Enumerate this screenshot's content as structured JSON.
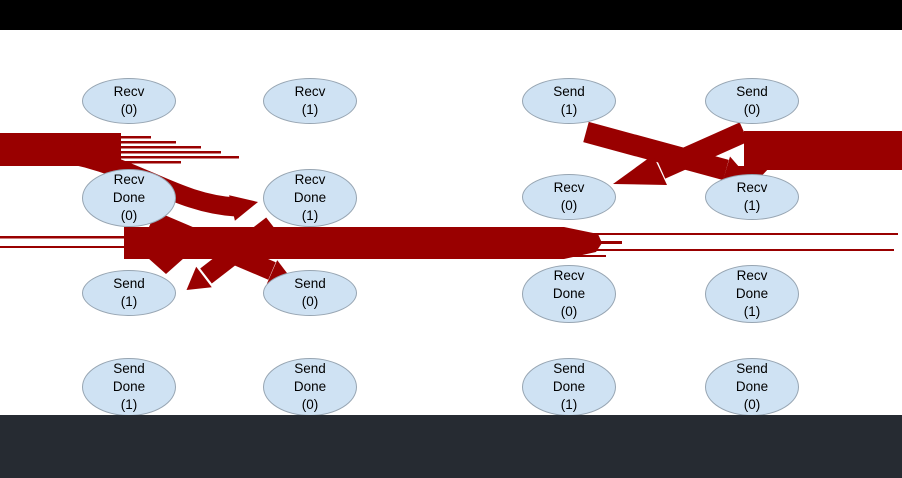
{
  "diagram": {
    "description": "Dependency graph of communication operations (two 2-column groups of ellipse nodes) with thick dark-red dependency arrows; cropped view with opaque black top bar and dark slate bottom bar.",
    "colors": {
      "arrow": "#990000",
      "node_fill": "#cfe2f3",
      "node_border": "#97a5b2",
      "top_bar": "#000000",
      "bottom_bar": "#262b32",
      "background": "#ffffff",
      "text": "#000000"
    },
    "nodes": [
      {
        "lines": [
          "Recv",
          "(0)"
        ]
      },
      {
        "lines": [
          "Recv",
          "(1)"
        ]
      },
      {
        "lines": [
          "Send",
          "(1)"
        ]
      },
      {
        "lines": [
          "Send",
          "(0)"
        ]
      },
      {
        "lines": [
          "Recv",
          "Done",
          "(0)"
        ]
      },
      {
        "lines": [
          "Recv",
          "Done",
          "(1)"
        ]
      },
      {
        "lines": [
          "Recv",
          "(0)"
        ]
      },
      {
        "lines": [
          "Recv",
          "(1)"
        ]
      },
      {
        "lines": [
          "Send",
          "(1)"
        ]
      },
      {
        "lines": [
          "Send",
          "(0)"
        ]
      },
      {
        "lines": [
          "Recv",
          "Done",
          "(0)"
        ]
      },
      {
        "lines": [
          "Recv",
          "Done",
          "(1)"
        ]
      },
      {
        "lines": [
          "Send",
          "Done",
          "(1)"
        ]
      },
      {
        "lines": [
          "Send",
          "Done",
          "(0)"
        ]
      },
      {
        "lines": [
          "Send",
          "Done",
          "(1)"
        ]
      },
      {
        "lines": [
          "Send",
          "Done",
          "(0)"
        ]
      }
    ],
    "edges": [
      {
        "from": "off-screen-left",
        "to": "Recv Done (1) [group 1]"
      },
      {
        "from": "Recv Done (0) [group 1]",
        "to": "Send (0) [group 1]"
      },
      {
        "from": "Recv Done (1) [group 1]",
        "to": "Send (1) [group 1]"
      },
      {
        "from": "off-screen-left",
        "to": "between Recv (0) and Recv Done (0) [group 2]"
      },
      {
        "from": "Send (1) [group 2]",
        "to": "Recv (1) [group 2]"
      },
      {
        "from": "Send (0) [group 2]",
        "to": "Recv (0) [group 2]"
      },
      {
        "from": "off-screen-right",
        "to": "Recv (1) [group 2]"
      }
    ]
  }
}
